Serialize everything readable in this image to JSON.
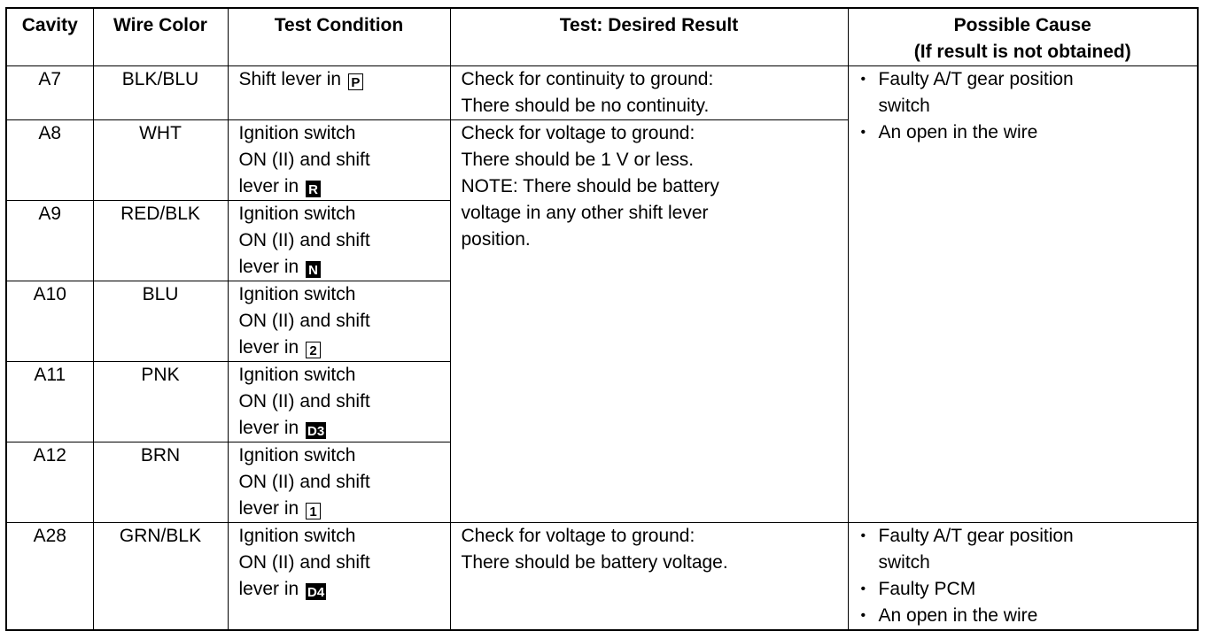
{
  "headers": {
    "cavity": "Cavity",
    "wire_color": "Wire Color",
    "test_condition": "Test Condition",
    "desired_result": "Test: Desired Result",
    "possible_cause_1": "Possible Cause",
    "possible_cause_2": "(If result is not obtained)"
  },
  "rows": [
    {
      "cavity": "A7",
      "wire": "BLK/BLU",
      "cond": [
        "Shift lever in"
      ],
      "gear": "P"
    },
    {
      "cavity": "A8",
      "wire": "WHT",
      "cond": [
        "Ignition switch",
        "ON (II) and shift",
        "lever in"
      ],
      "gear": "R"
    },
    {
      "cavity": "A9",
      "wire": "RED/BLK",
      "cond": [
        "Ignition switch",
        "ON (II) and shift",
        "lever in"
      ],
      "gear": "N"
    },
    {
      "cavity": "A10",
      "wire": "BLU",
      "cond": [
        "Ignition switch",
        "ON (II) and shift",
        "lever in"
      ],
      "gear": "2"
    },
    {
      "cavity": "A11",
      "wire": "PNK",
      "cond": [
        "Ignition switch",
        "ON (II) and shift",
        "lever in"
      ],
      "gear": "D3"
    },
    {
      "cavity": "A12",
      "wire": "BRN",
      "cond": [
        "Ignition switch",
        "ON (II) and shift",
        "lever in"
      ],
      "gear": "1"
    },
    {
      "cavity": "A28",
      "wire": "GRN/BLK",
      "cond": [
        "Ignition switch",
        "ON (II) and shift",
        "lever in"
      ],
      "gear": "D4"
    }
  ],
  "results": {
    "a7": [
      "Check for continuity to ground:",
      "There should be no continuity."
    ],
    "a8_a12": [
      "Check for voltage to ground:",
      "There should be 1 V or less.",
      "NOTE: There should be battery",
      "voltage in any other shift lever",
      "position."
    ],
    "a28": [
      "Check for voltage to ground:",
      "There should be battery voltage."
    ]
  },
  "causes": {
    "a7_a12": [
      "Faulty A/T gear position",
      "switch",
      "An open in the wire"
    ],
    "a28": [
      "Faulty A/T gear position",
      "switch",
      "Faulty PCM",
      "An open in the wire"
    ]
  }
}
